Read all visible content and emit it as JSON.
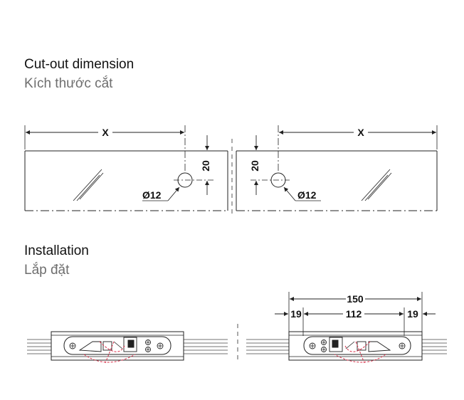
{
  "cutout": {
    "title": "Cut-out dimension",
    "subtitle": "Kích thước cắt",
    "left_width_label": "X",
    "right_width_label": "X",
    "left_offset_label": "20",
    "right_offset_label": "20",
    "left_hole_label": "Ø12",
    "right_hole_label": "Ø12"
  },
  "installation": {
    "title": "Installation",
    "subtitle": "Lắp đặt",
    "overall_label": "150",
    "left_end_label": "19",
    "middle_label": "112",
    "right_end_label": "19"
  },
  "colors": {
    "line": "#222222",
    "subtitle": "#6e6e6e",
    "accent_dash": "#d8304a"
  }
}
